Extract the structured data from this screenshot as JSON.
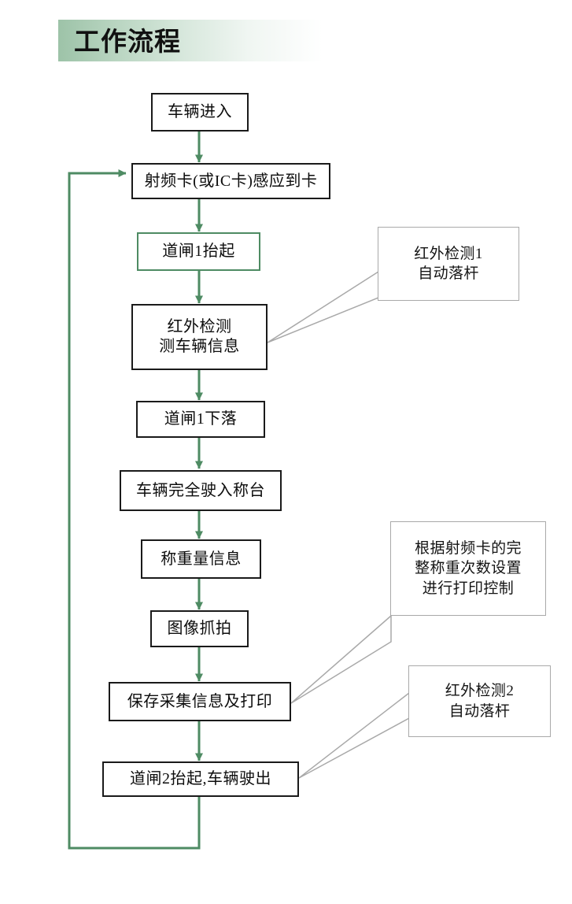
{
  "header": {
    "title": "工作流程"
  },
  "colors": {
    "arrow_green": "#4e8b63",
    "box_border": "#1a1a1a",
    "callout_border": "#a9a9a9",
    "header_gradient_start": "#9dc3a8",
    "header_gradient_end": "#ffffff"
  },
  "flow": {
    "nodes": [
      {
        "id": "vehicle-enter",
        "label": "车辆进入"
      },
      {
        "id": "rf-card-detected",
        "label": "射频卡(或IC卡)感应到卡"
      },
      {
        "id": "barrier1-up",
        "label": "道闸1抬起"
      },
      {
        "id": "infrared-measure",
        "label": "红外检测\n测车辆信息"
      },
      {
        "id": "barrier1-down",
        "label": "道闸1下落"
      },
      {
        "id": "vehicle-on-scale",
        "label": "车辆完全驶入称台"
      },
      {
        "id": "weight-info",
        "label": "称重量信息"
      },
      {
        "id": "image-capture",
        "label": "图像抓拍"
      },
      {
        "id": "save-and-print",
        "label": "保存采集信息及打印"
      },
      {
        "id": "barrier2-up-exit",
        "label": "道闸2抬起,车辆驶出"
      }
    ],
    "callouts": [
      {
        "id": "infrared-1-note",
        "label": "红外检测1\n自动落杆"
      },
      {
        "id": "print-control-note",
        "label": "根据射频卡的完\n整称重次数设置\n进行打印控制"
      },
      {
        "id": "infrared-2-note",
        "label": "红外检测2\n自动落杆"
      }
    ]
  }
}
